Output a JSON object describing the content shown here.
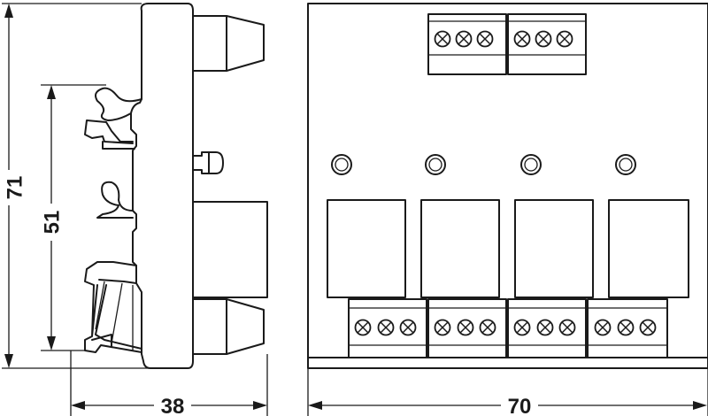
{
  "dimensions": {
    "overall_height": "71",
    "rail_height": "51",
    "depth": "38",
    "width": "70"
  },
  "front_view": {
    "top_connector_blocks": 2,
    "screws_per_block": 3,
    "bottom_connector_blocks": 4,
    "led_indicators": 4,
    "relays": 4
  },
  "colors": {
    "line": "#1a1a1a",
    "background": "#ffffff"
  }
}
